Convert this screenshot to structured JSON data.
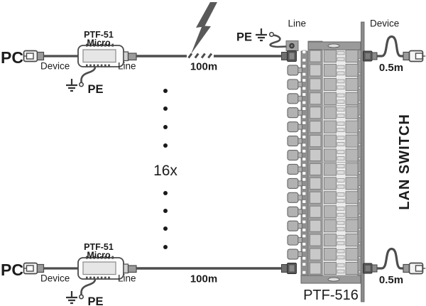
{
  "labels": {
    "pc": "PC",
    "device": "Device",
    "line": "Line",
    "pe": "PE",
    "protector_model": "PTF-51",
    "protector_variant": "Micro",
    "distance_long": "100m",
    "distance_short": "0.5m",
    "multiplier": "16x",
    "rack_model": "PTF-516",
    "lan_switch": "LAN SWITCH"
  },
  "rack": {
    "ports": 16,
    "boards": 4
  },
  "ellipsis": {
    "dots": 8
  },
  "colors": {
    "cable": "#4d4d4d",
    "lightning": "#595959",
    "rack_body": "#9a9a9a",
    "panel": "#8c8c8c",
    "pcb": "#ececec",
    "module": "#b6b6b6",
    "text": "#1c1c1c"
  }
}
